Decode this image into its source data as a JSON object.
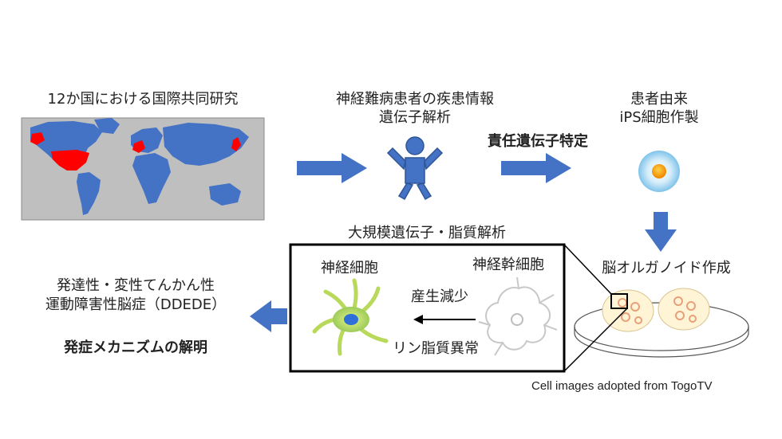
{
  "labels": {
    "intl_research": "12か国における国際共同研究",
    "patient_info_line1": "神経難病患者の疾患情報",
    "patient_info_line2": "遺伝子解析",
    "gene_identification": "責任遺伝子特定",
    "ips_line1": "患者由来",
    "ips_line2": "iPS細胞作製",
    "organoid": "脳オルガノイド作成",
    "large_scale": "大規模遺伝子・脂質解析",
    "neuron": "神経細胞",
    "neural_stem_cell": "神経幹細胞",
    "reduced_production": "産生減少",
    "lipid_abnormality": "リン脂質異常",
    "disease_line1": "発達性・変性てんかん性",
    "disease_line2": "運動障害性脳症（DDEDE）",
    "mechanism": "発症メカニズムの解明",
    "credit": "Cell images adopted from TogoTV"
  },
  "colors": {
    "arrow_blue": "#4472C4",
    "map_water": "#BFBFBF",
    "map_land": "#4472C4",
    "map_highlight": "#FF0000",
    "neuron_green": "#B9D95B",
    "neuron_nucleus": "#2E6FD8",
    "organoid_fill": "#FFF5D6",
    "organoid_spots": "#E8A07A",
    "ips_core": "#F08A00"
  }
}
